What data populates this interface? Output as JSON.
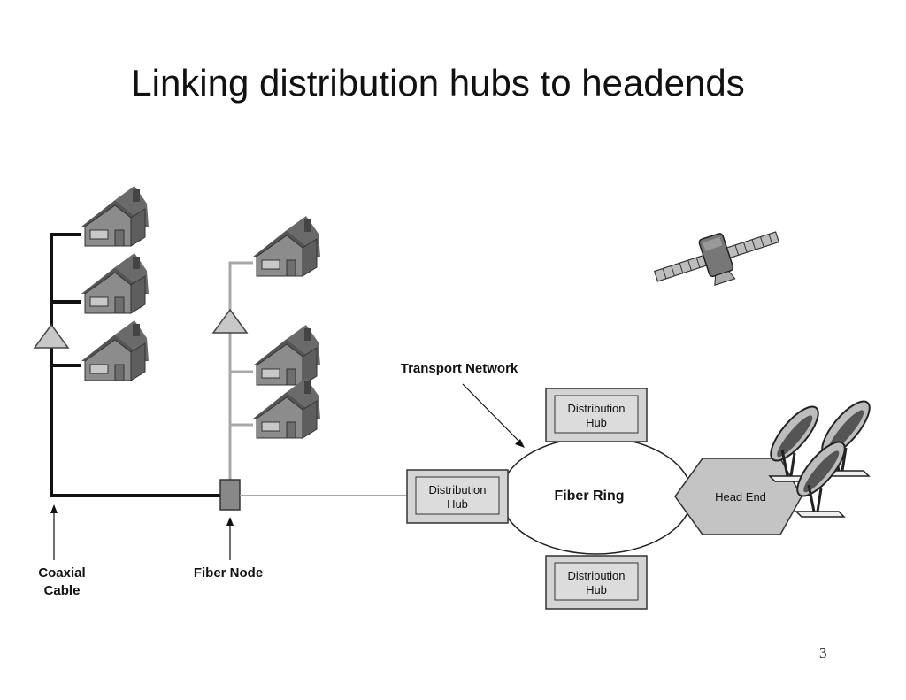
{
  "slide": {
    "title": "Linking distribution hubs to headends",
    "page_number": "3"
  },
  "diagram": {
    "transport_network_label": "Transport Network",
    "fiber_ring_label": "Fiber Ring",
    "head_end_label": "Head End",
    "coaxial_cable_label_line1": "Coaxial",
    "coaxial_cable_label_line2": "Cable",
    "fiber_node_label": "Fiber Node",
    "hubs": [
      {
        "line1": "Distribution",
        "line2": "Hub"
      },
      {
        "line1": "Distribution",
        "line2": "Hub"
      },
      {
        "line1": "Distribution",
        "line2": "Hub"
      }
    ],
    "colors": {
      "house_fill": "#8c8c8c",
      "hub_fill": "#d4d4d4",
      "coax_line": "#111111",
      "fiber_line": "#a8a8a8"
    }
  }
}
